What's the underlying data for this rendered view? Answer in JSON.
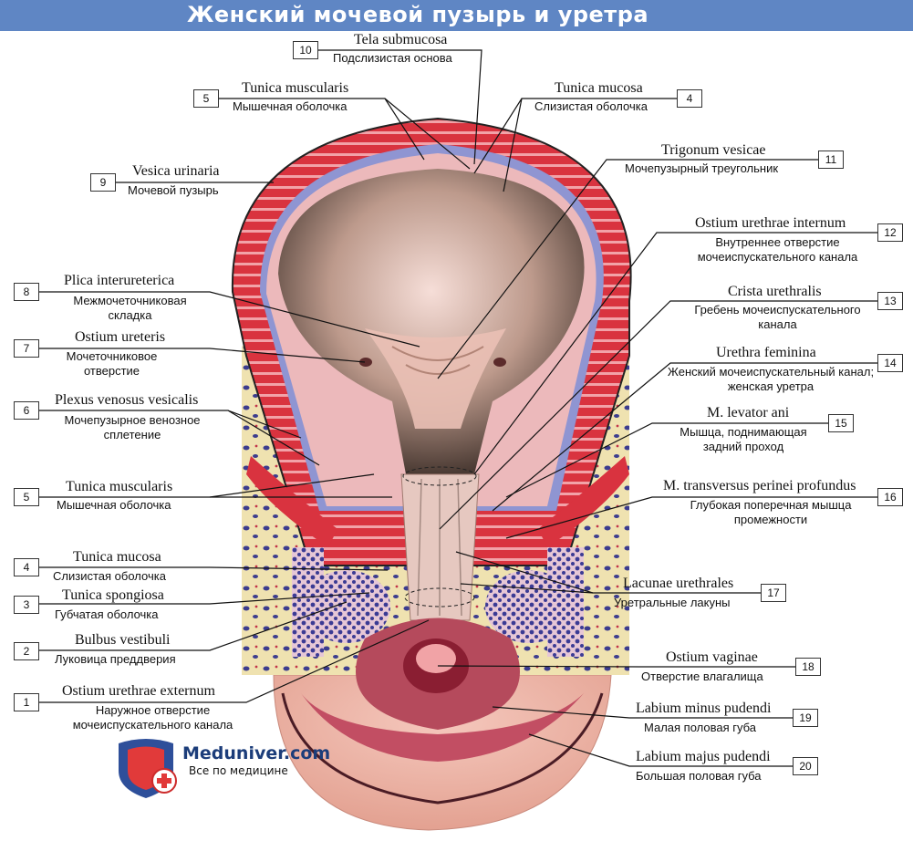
{
  "header": {
    "title": "Женский мочевой пузырь и уретра"
  },
  "brand": {
    "name": "Meduniver.com",
    "tagline": "Все по медицине"
  },
  "labels": [
    {
      "n": "10",
      "latin": "Tela submucosa",
      "russian": "Подслизистая основа"
    },
    {
      "n": "5",
      "latin": "Tunica muscularis",
      "russian": "Мышечная оболочка"
    },
    {
      "n": "4",
      "latin": "Tunica mucosa",
      "russian": "Слизистая оболочка"
    },
    {
      "n": "11",
      "latin": "Trigonum vesicae",
      "russian": "Мочепузырный треугольник"
    },
    {
      "n": "9",
      "latin": "Vesica urinaria",
      "russian": "Мочевой пузырь"
    },
    {
      "n": "12",
      "latin": "Ostium urethrae internum",
      "russian": "Внутреннее отверстие мочеиспускательного канала"
    },
    {
      "n": "8",
      "latin": "Plica interureterica",
      "russian": "Межмочеточниковая складка"
    },
    {
      "n": "13",
      "latin": "Crista urethralis",
      "russian": "Гребень мочеиспускательного канала"
    },
    {
      "n": "7",
      "latin": "Ostium ureteris",
      "russian": "Мочеточниковое отверстие"
    },
    {
      "n": "14",
      "latin": "Urethra feminina",
      "russian": "Женский мочеиспускательный канал; женская уретра"
    },
    {
      "n": "6",
      "latin": "Plexus venosus vesicalis",
      "russian": "Мочепузырное венозное сплетение"
    },
    {
      "n": "15",
      "latin": "M. levator ani",
      "russian": "Мышца, поднимающая задний проход"
    },
    {
      "n": "5",
      "latin": "Tunica muscularis",
      "russian": "Мышечная оболочка"
    },
    {
      "n": "16",
      "latin": "M. transversus perinei profundus",
      "russian": "Глубокая поперечная мышца промежности"
    },
    {
      "n": "4",
      "latin": "Tunica mucosa",
      "russian": "Слизистая оболочка"
    },
    {
      "n": "17",
      "latin": "Lacunae urethrales",
      "russian": "Уретральные лакуны"
    },
    {
      "n": "3",
      "latin": "Tunica spongiosa",
      "russian": "Губчатая оболочка"
    },
    {
      "n": "2",
      "latin": "Bulbus vestibuli",
      "russian": "Луковица преддверия"
    },
    {
      "n": "18",
      "latin": "Ostium vaginae",
      "russian": "Отверстие влагалища"
    },
    {
      "n": "1",
      "latin": "Ostium urethrae externum",
      "russian": "Наружное отверстие мочеиспускательного канала"
    },
    {
      "n": "19",
      "latin": "Labium minus pudendi",
      "russian": "Малая половая губа"
    },
    {
      "n": "20",
      "latin": "Labium majus pudendi",
      "russian": "Большая половая губа"
    }
  ],
  "colors": {
    "header": "#5f86c4",
    "muscle": "#d9333f",
    "mucosa": "#e7a7a9",
    "fat": "#efe2b0",
    "vein": "#3c3c8e",
    "lumen": "#6e5a4e",
    "skin": "#e9a99b"
  }
}
